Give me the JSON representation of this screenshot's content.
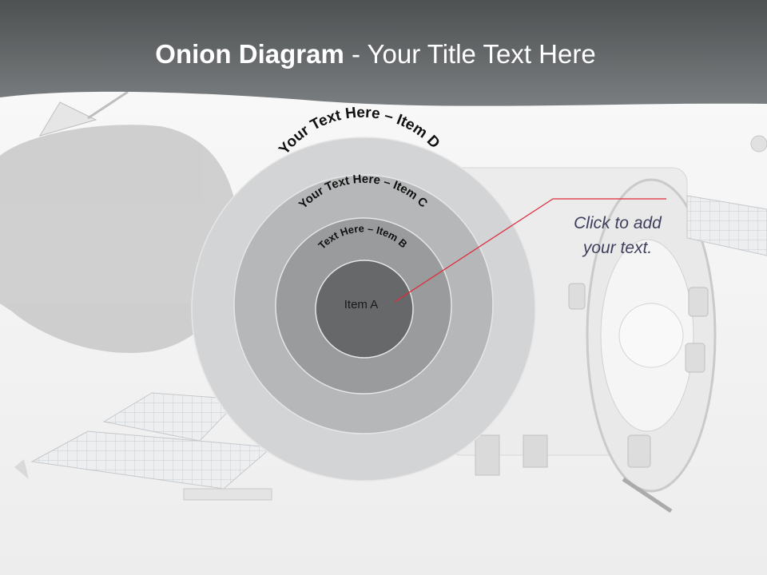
{
  "slide": {
    "title_bold": "Onion Diagram",
    "title_rest": " - Your Title Text Here",
    "callout_line1": "Click  to add",
    "callout_line2": "your text."
  },
  "onion": {
    "layers": [
      {
        "id": "d",
        "label": "Your Text Here – Item D",
        "fill": "#d3d4d5"
      },
      {
        "id": "c",
        "label": "Your Text Here – Item C",
        "fill": "#b6b7b8"
      },
      {
        "id": "b",
        "label": "Text Here – Item B",
        "fill": "#9a9b9c"
      },
      {
        "id": "a",
        "label": "Item A",
        "fill": "#676869"
      }
    ]
  },
  "colors": {
    "header_dark": "#4e5152",
    "header_light": "#7a7e80",
    "callout_text": "#3d3f5c",
    "leader_line": "#e02a3a",
    "ring_outline": "#e6e6e6"
  },
  "background": {
    "illustration": "satellite"
  }
}
